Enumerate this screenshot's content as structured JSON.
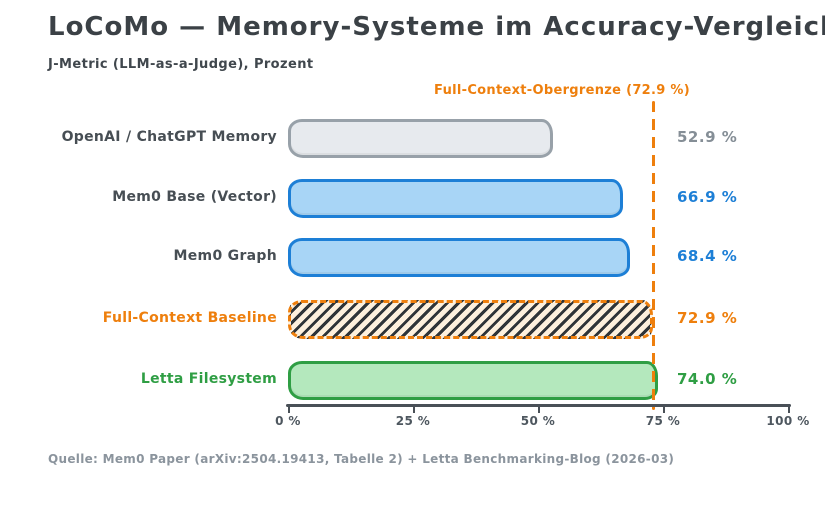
{
  "title": "LoCoMo — Memory-Systeme im Accuracy-Vergleich",
  "subtitle": "J-Metric (LLM-as-a-Judge), Prozent",
  "footer": "Quelle: Mem0 Paper (arXiv:2504.19413, Tabelle 2) + Letta Benchmarking-Blog (2026-03)",
  "chart_data": {
    "type": "bar",
    "orientation": "horizontal",
    "title": "LoCoMo — Memory-Systeme im Accuracy-Vergleich",
    "subtitle": "J-Metric (LLM-as-a-Judge), Prozent",
    "categories": [
      "OpenAI / ChatGPT Memory",
      "Mem0 Base (Vector)",
      "Mem0 Graph",
      "Full-Context Baseline",
      "Letta Filesystem"
    ],
    "values": [
      52.9,
      66.9,
      68.4,
      72.9,
      74.0
    ],
    "value_labels": [
      "52.9 %",
      "66.9 %",
      "68.4 %",
      "72.9 %",
      "74.0 %"
    ],
    "xlim": [
      0,
      100
    ],
    "xticks": {
      "values": [
        0,
        25,
        50,
        75,
        100
      ],
      "labels": [
        "0 %",
        "25 %",
        "50 %",
        "75 %",
        "100 %"
      ]
    },
    "grid": false,
    "legend": false,
    "reference_line": {
      "label": "Full-Context-Obergrenze (72.9 %)",
      "value": 72.9,
      "color": "#ee7f0d",
      "style": "dashed"
    },
    "label_colors": [
      "#474e54",
      "#474e54",
      "#474e54",
      "#ee7f0d",
      "#2f9e44"
    ],
    "bar_styles": [
      {
        "type": "solid",
        "fill": "#e7eaee",
        "stroke": "#98a1a9",
        "value_color": "#858e96"
      },
      {
        "type": "solid",
        "fill": "#a8d5f6",
        "stroke": "#1d7fd6",
        "value_color": "#1d7fd6"
      },
      {
        "type": "solid",
        "fill": "#a8d5f6",
        "stroke": "#1d7fd6",
        "value_color": "#1d7fd6"
      },
      {
        "type": "hatched",
        "fill": "#fdf0dd",
        "stroke": "#ee7f0d",
        "value_color": "#ee7f0d",
        "hatch_color": "#2f3438"
      },
      {
        "type": "solid",
        "fill": "#b4e8bd",
        "stroke": "#2f9e44",
        "value_color": "#2f9e44"
      }
    ],
    "colors": {
      "title": "#3b4146",
      "axis": "#495057",
      "accent_orange": "#ee7f0d",
      "accent_blue": "#1d7fd6",
      "accent_green": "#2f9e44",
      "neutral_gray": "#858e96"
    }
  }
}
